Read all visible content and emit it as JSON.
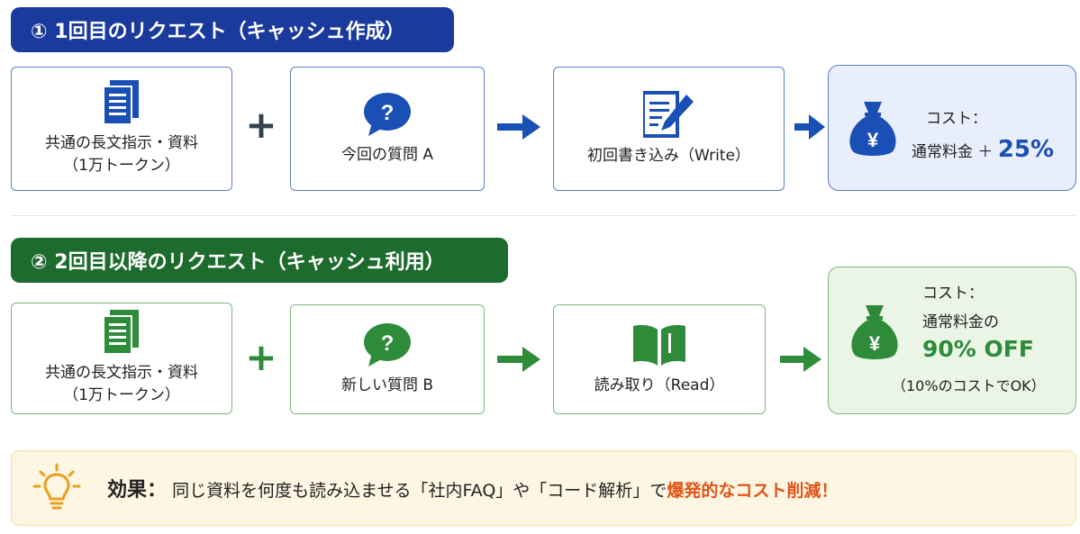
{
  "section1": {
    "title": "① 1回目のリクエスト（キャッシュ作成）",
    "color": "#1a3a9c",
    "doc_card": {
      "icon": "document-icon",
      "line1": "共通の長文指示・資料",
      "line2": "（1万トークン）"
    },
    "plus": "+",
    "question_card": {
      "icon": "question-bubble-icon",
      "label": "今回の質問 A"
    },
    "write_card": {
      "icon": "edit-document-icon",
      "label": "初回書き込み（Write）"
    },
    "cost": {
      "icon": "yen-money-bag-icon",
      "label": "コスト：",
      "prefix": "通常料金 ＋",
      "value": "25%"
    }
  },
  "section2": {
    "title": "② 2回目以降のリクエスト（キャッシュ利用）",
    "color": "#1e6b2e",
    "doc_card": {
      "icon": "document-icon",
      "line1": "共通の長文指示・資料",
      "line2": "（1万トークン）"
    },
    "plus": "+",
    "question_card": {
      "icon": "question-bubble-icon",
      "label": "新しい質問 B"
    },
    "read_card": {
      "icon": "open-book-icon",
      "label": "読み取り（Read）"
    },
    "cost": {
      "icon": "yen-money-bag-icon",
      "label": "コスト：",
      "line2": "通常料金の",
      "value": "90% OFF",
      "note": "（10%のコストでOK）"
    }
  },
  "effect": {
    "icon": "lightbulb-icon",
    "label": "効果：",
    "text": "同じ資料を何度も読み込ませる「社内FAQ」や「コード解析」で",
    "highlight": "爆発的なコスト削減！"
  }
}
